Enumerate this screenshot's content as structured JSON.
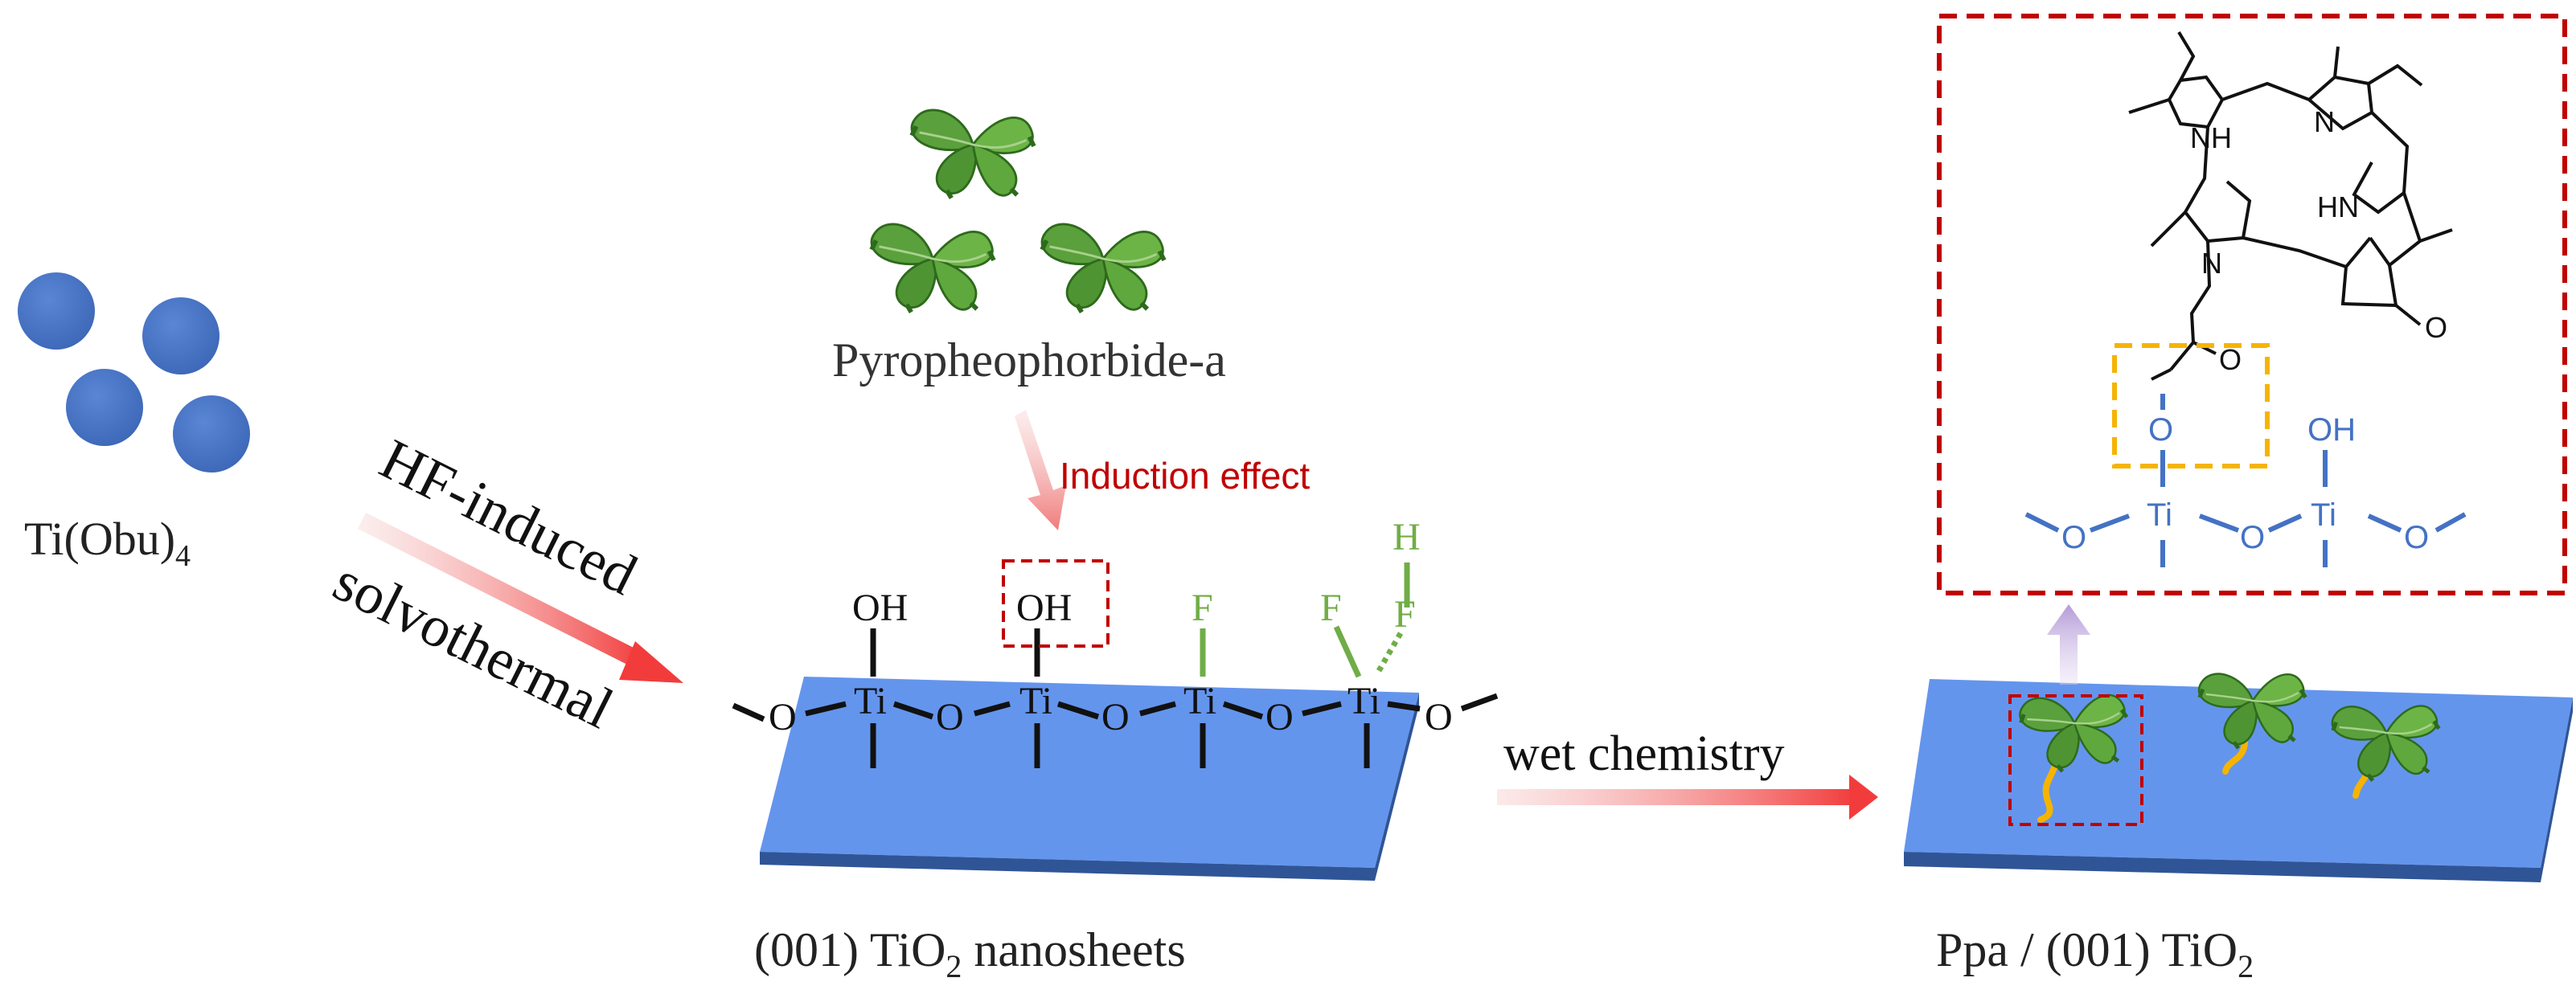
{
  "precursor": {
    "label": "Ti(Obu)",
    "sub": "4"
  },
  "arrow1": {
    "line1": "HF-induced",
    "line2": "solvothermal"
  },
  "dye": {
    "name": "Pyropheophorbide-a"
  },
  "induction": {
    "label": "Induction effect"
  },
  "surface": {
    "oh": "OH",
    "o": "O",
    "ti": "Ti",
    "f": "F",
    "h": "H"
  },
  "nanosheet": {
    "pre": "(001) TiO",
    "sub": "2",
    "post": " nanosheets"
  },
  "arrow2": {
    "label": "wet chemistry"
  },
  "product": {
    "pre": "Ppa / (001) TiO",
    "sub": "2"
  },
  "molecule": {
    "nh1": "NH",
    "n1": "N",
    "n2": "N",
    "hn": "HN",
    "o": "O"
  },
  "inset": {
    "o": "O",
    "ti": "Ti",
    "oh": "OH"
  },
  "colors": {
    "sheet_top": "#5b8ee6",
    "sheet_side": "#2a4f8f",
    "sphere": "#4472c4",
    "red": "#c00000",
    "green": "#70ad47",
    "leaf": "#5aa03c",
    "yellow": "#f5b400",
    "blue_chem": "#4472c4"
  }
}
